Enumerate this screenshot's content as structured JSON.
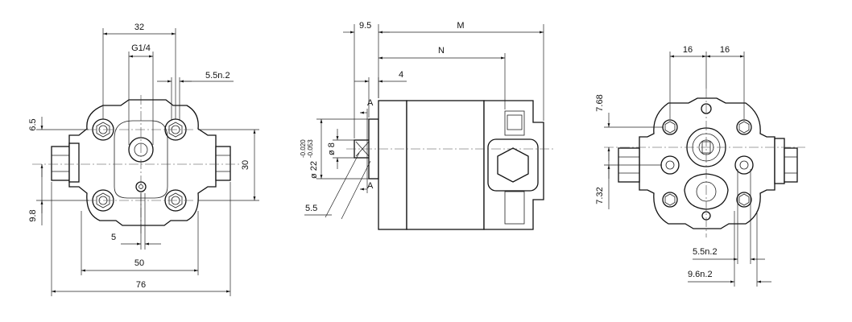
{
  "colors": {
    "line": "#111111",
    "background": "#ffffff"
  },
  "front_view": {
    "dim_32": "32",
    "dim_g14": "G1/4",
    "dim_5_5n2": "5.5n.2",
    "dim_6_5": "6.5",
    "dim_9_8": "9.8",
    "dim_30": "30",
    "dim_5": "5",
    "dim_50": "50",
    "dim_76": "76"
  },
  "side_view": {
    "dim_9_5": "9.5",
    "dim_M": "M",
    "dim_N": "N",
    "dim_4": "4",
    "section_A_top": "A",
    "section_A_bottom": "A",
    "dim_d22": "ø 22",
    "dim_d22_tol_upper": "-0.020",
    "dim_d22_tol_lower": "-0.053",
    "dim_d8": "ø 8",
    "dim_5_5": "5.5"
  },
  "rear_view": {
    "dim_16_left": "16",
    "dim_16_right": "16",
    "dim_7_68": "7.68",
    "dim_7_32": "7.32",
    "dim_5_5n2": "5.5n.2",
    "dim_9_6n2": "9.6n.2"
  }
}
